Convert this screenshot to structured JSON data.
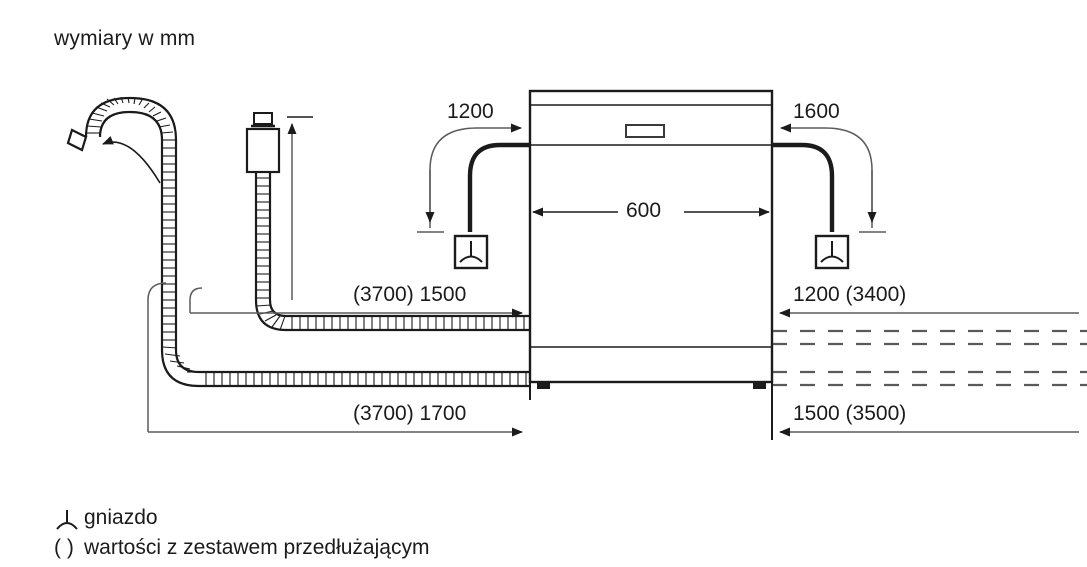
{
  "title": "wymiary w mm",
  "units_note": "wymiary w mm",
  "diagram": {
    "subject": "dishwasher-installation-dimensions",
    "appliance_width_label": "600",
    "dimensions": {
      "top_left_hose_reach": "1200",
      "top_right_hose_reach": "1600",
      "appliance_width": "600",
      "left_upper_run": "(3700) 1500",
      "left_lower_run": "(3700) 1700",
      "right_upper_run": "1200 (3400)",
      "right_lower_run": "1500 (3500)"
    },
    "socket_symbol_left": "socket-symbol",
    "socket_symbol_right": "socket-symbol"
  },
  "legend": {
    "socket_label": "gniazdo",
    "socket_icon": "socket-icon",
    "parenthesis_symbol": "( )",
    "parenthesis_label": "wartości z zestawem przedłużającym"
  },
  "colors": {
    "line": "#1b1b1b",
    "thin_line": "#5a5a5a",
    "background": "#ffffff"
  }
}
